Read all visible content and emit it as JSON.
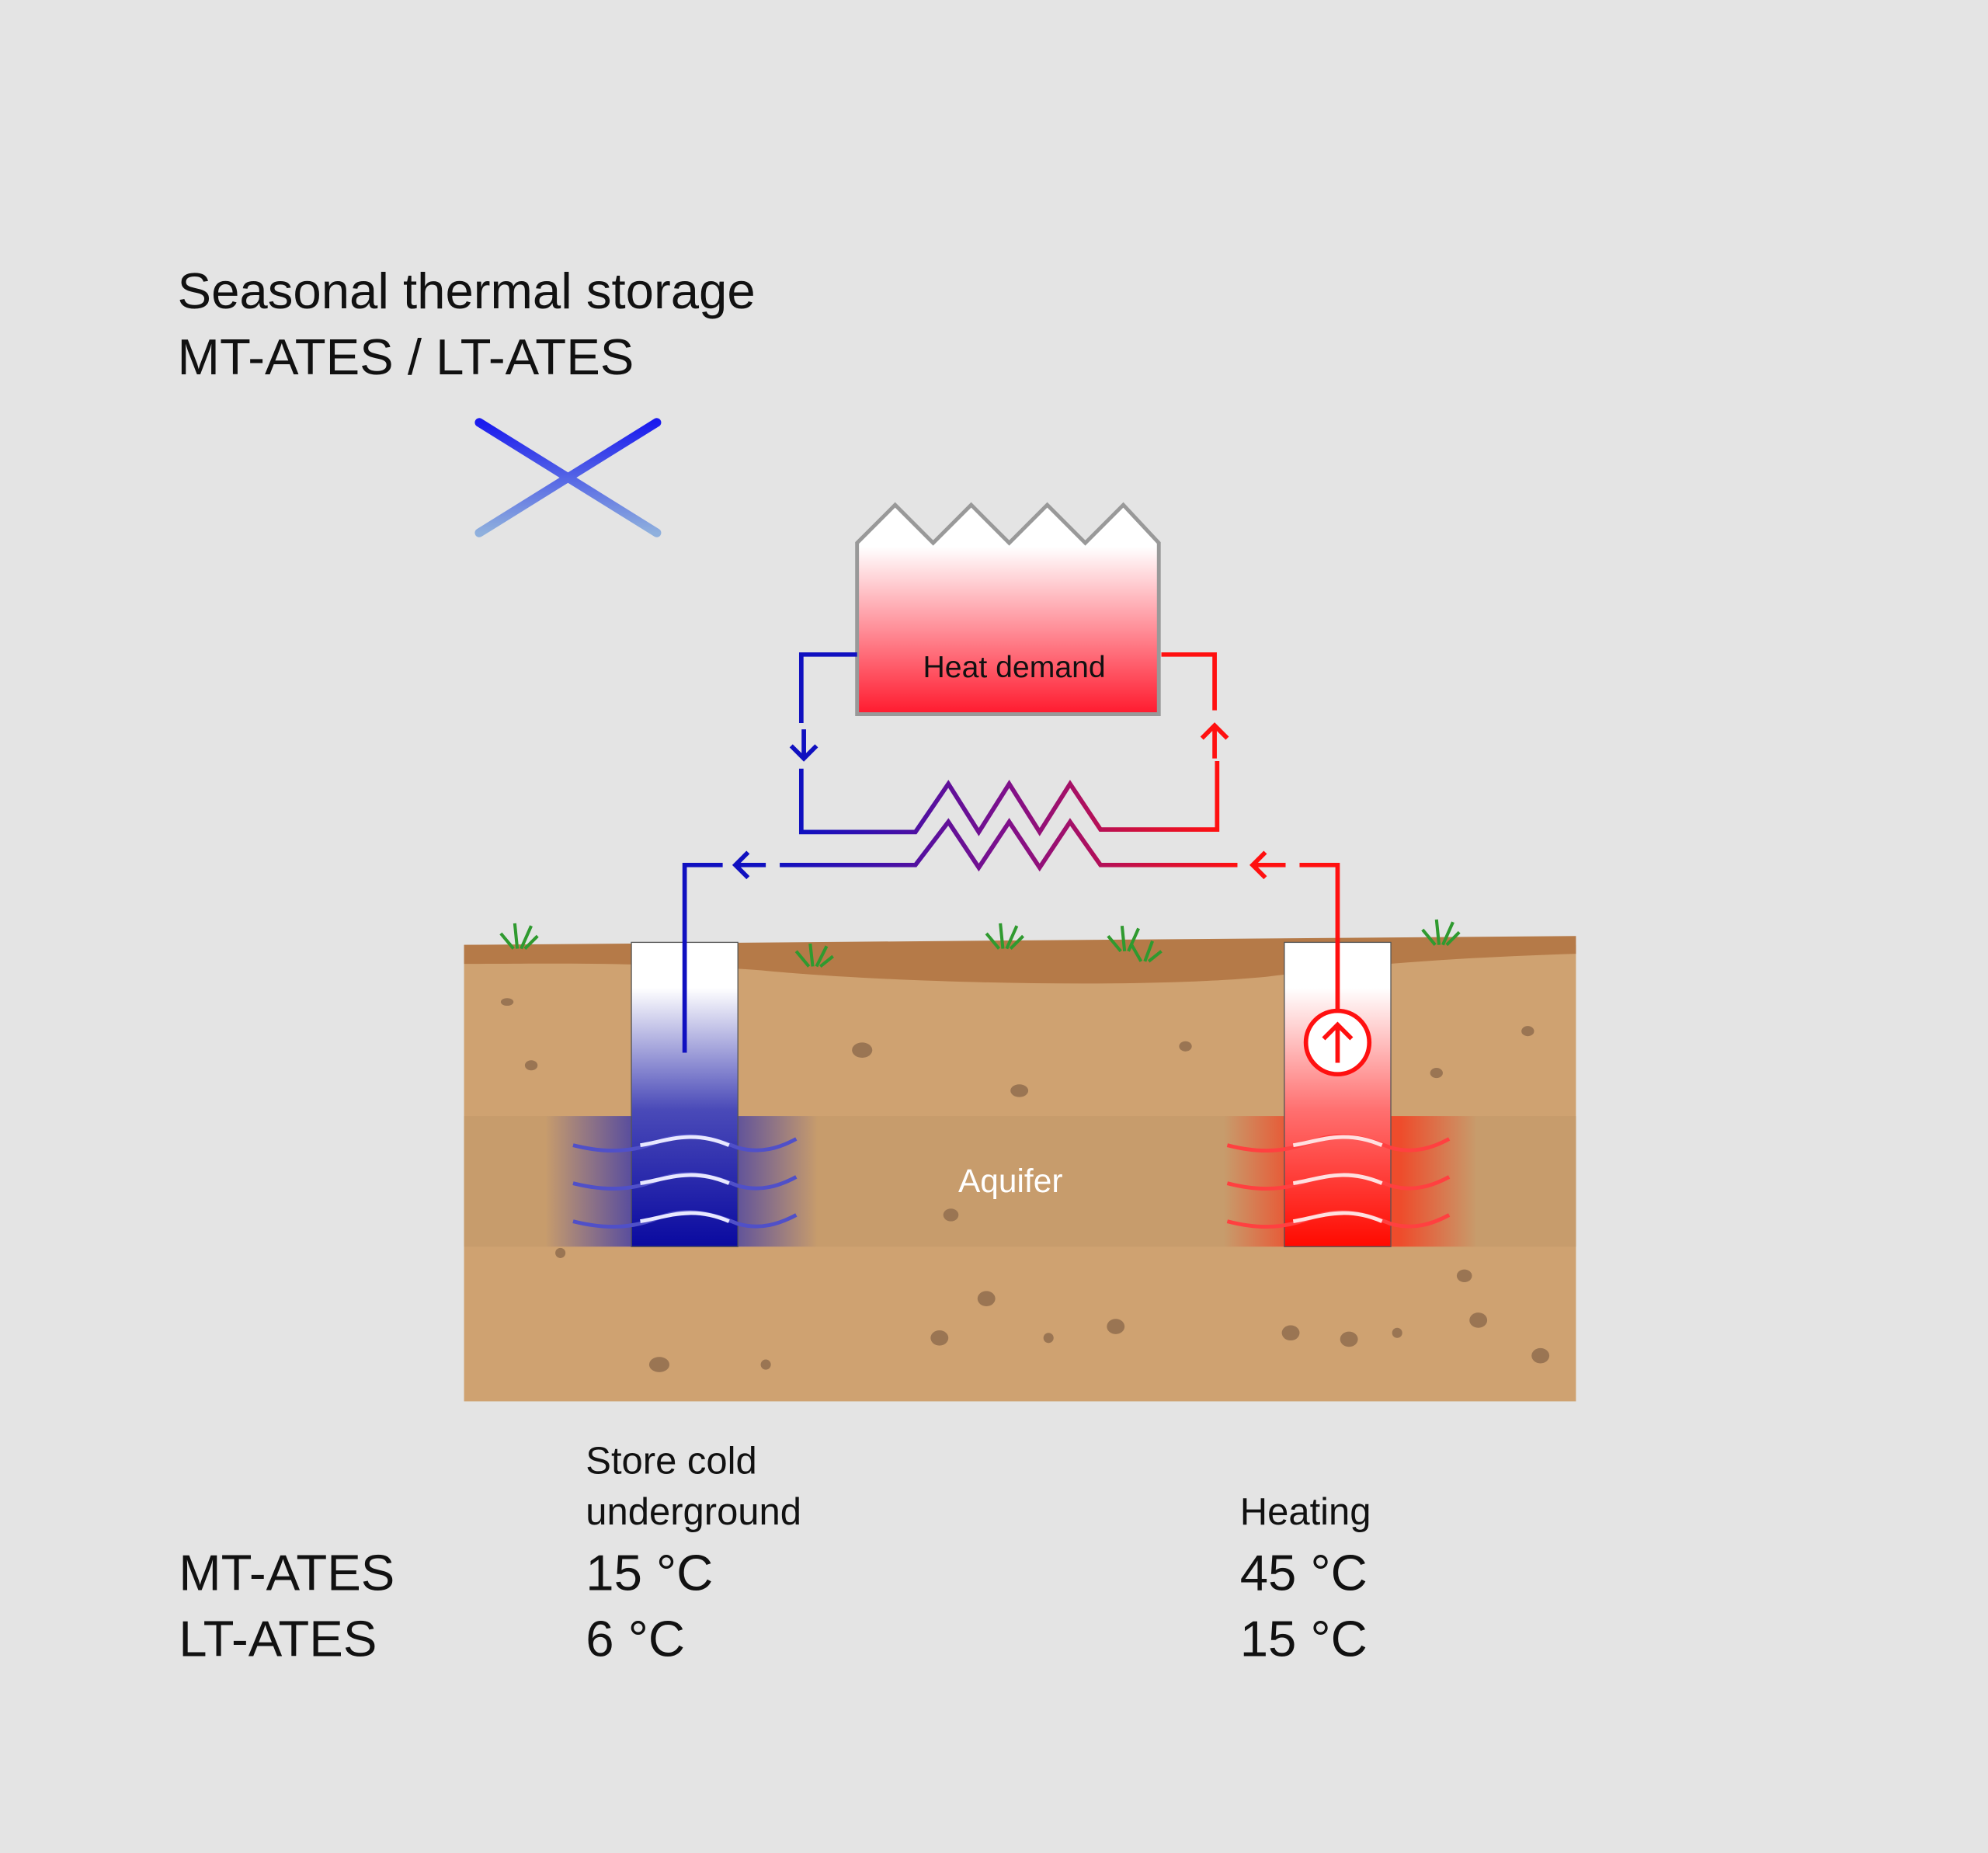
{
  "title": {
    "line1": "Seasonal thermal storage",
    "line2": "MT-ATES / LT-ATES"
  },
  "icons": {
    "snowflake": "snowflake-icon",
    "pump": "pump-arrow-up-icon"
  },
  "building": {
    "label": "Heat demand"
  },
  "aquifer": {
    "label": "Aquifer"
  },
  "colors": {
    "cold": "#1a1acc",
    "warm": "#ff1a1a",
    "soil": "#cfa271",
    "topsoil": "#b57a48",
    "background": "#e4e4e4"
  },
  "table": {
    "col_cold_line1": "Store cold",
    "col_cold_line2": "underground",
    "col_warm": "Heating",
    "rows": [
      {
        "name": "MT-ATES",
        "cold": "15 °C",
        "warm": "45 °C"
      },
      {
        "name": "LT-ATES",
        "cold": "6 °C",
        "warm": "15 °C"
      }
    ]
  }
}
